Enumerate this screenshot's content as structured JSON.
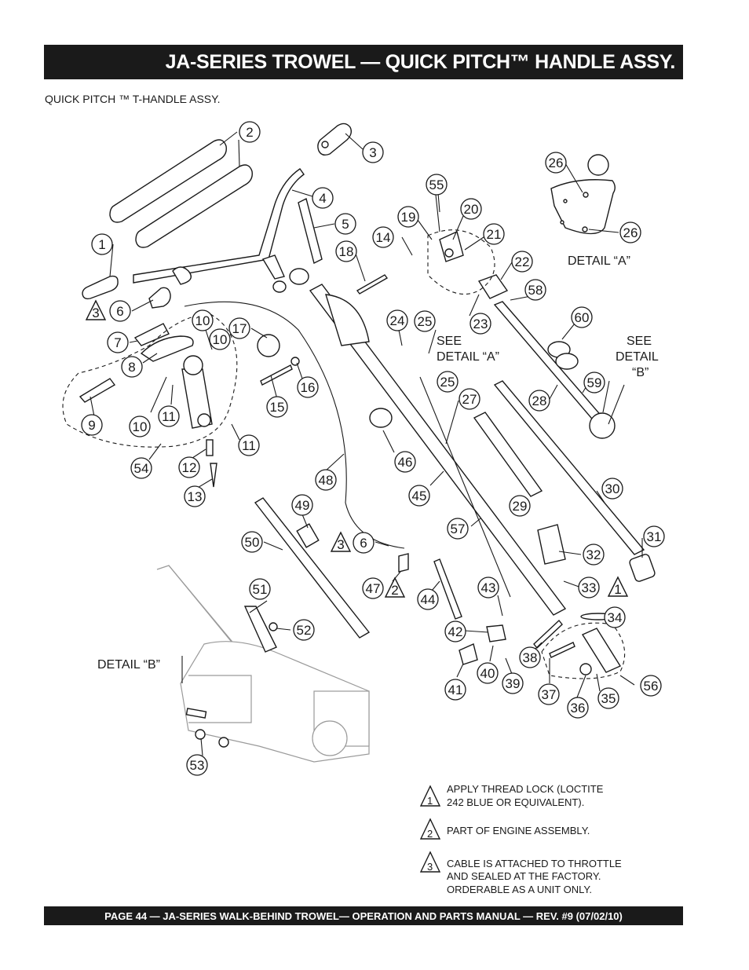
{
  "header": {
    "title": "JA-SERIES TROWEL — QUICK PITCH™ HANDLE ASSY."
  },
  "subtitle": "QUICK PITCH ™ T-HANDLE ASSY.",
  "details": {
    "detail_a_label": "DETAIL “A”",
    "detail_b_label": "DETAIL “B”",
    "see_detail_a": [
      "SEE",
      "DETAIL “A”"
    ],
    "see_detail_b": [
      "SEE",
      "DETAIL",
      "“B”"
    ]
  },
  "notes": [
    {
      "number": "1",
      "lines": [
        "APPLY THREAD LOCK (LOCTITE",
        "242 BLUE OR EQUIVALENT)."
      ]
    },
    {
      "number": "2",
      "lines": [
        "PART OF ENGINE ASSEMBLY."
      ]
    },
    {
      "number": "3",
      "lines": [
        "CABLE IS ATTACHED TO THROTTLE",
        "AND SEALED AT THE FACTORY.",
        "ORDERABLE AS A UNIT ONLY."
      ]
    }
  ],
  "callouts": [
    "1",
    "2",
    "3",
    "4",
    "5",
    "6",
    "7",
    "8",
    "9",
    "10",
    "10",
    "10",
    "11",
    "11",
    "12",
    "13",
    "14",
    "15",
    "16",
    "17",
    "18",
    "19",
    "20",
    "21",
    "22",
    "23",
    "24",
    "25",
    "25",
    "26",
    "26",
    "27",
    "28",
    "29",
    "30",
    "31",
    "32",
    "33",
    "34",
    "35",
    "36",
    "37",
    "38",
    "39",
    "40",
    "41",
    "42",
    "43",
    "44",
    "45",
    "46",
    "47",
    "48",
    "49",
    "50",
    "51",
    "52",
    "53",
    "54",
    "55",
    "56",
    "57",
    "58",
    "59",
    "60",
    "6"
  ],
  "note_flags": [
    "3",
    "3",
    "2",
    "1"
  ],
  "footer": {
    "text": "PAGE 44 — JA-SERIES  WALK-BEHIND TROWEL— OPERATION AND PARTS MANUAL — REV. #9 (07/02/10)"
  }
}
